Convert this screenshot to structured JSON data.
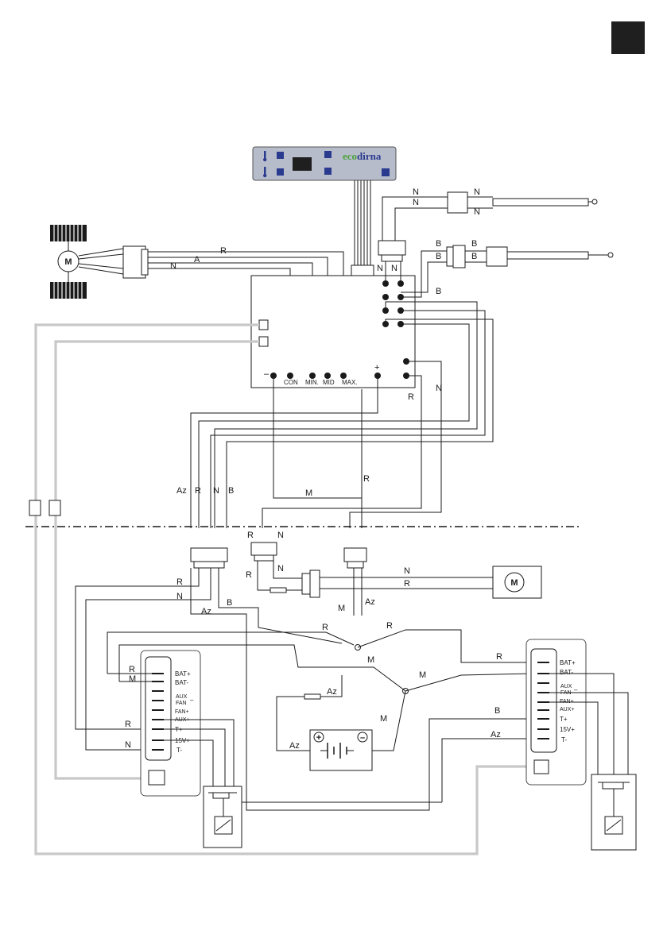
{
  "page": {
    "corner_tab_color": "#1f1f1f"
  },
  "colors": {
    "wire": "#1a1a1a",
    "loom": "#c8c8c8",
    "panel": "#b7bccb",
    "brand_green": "#4aa33a",
    "brand_blue": "#2a3b8f"
  },
  "control_panel": {
    "brand_prefix": "ec",
    "brand_o": "o",
    "brand_suffix": "dirna",
    "icons": [
      "thermometer-icon",
      "fan-icon",
      "up-arrow-icon",
      "down-arrow-icon",
      "power-icon"
    ]
  },
  "control_box": {
    "terminals": [
      "CON",
      "MIN.",
      "MID",
      "MAX."
    ],
    "minus": "–",
    "plus": "+"
  },
  "wire_codes": {
    "R": "R",
    "A": "A",
    "N": "N",
    "B": "B",
    "M": "M",
    "Az": "Az"
  },
  "left_module": {
    "pins": [
      "BAT+",
      "BAT-",
      "AUX",
      "FAN",
      "FAN+",
      "AUX+",
      "T+",
      "15V+",
      "T-"
    ],
    "aux_fan_minus": "–"
  },
  "right_module": {
    "pins": [
      "BAT+",
      "BAT-",
      "AUX",
      "FAN",
      "FAN+",
      "AUX+",
      "T+",
      "15V+",
      "T-"
    ],
    "aux_fan_minus": "–"
  },
  "motor": {
    "label": "M"
  },
  "battery": {
    "plus": "+",
    "minus": "–"
  }
}
